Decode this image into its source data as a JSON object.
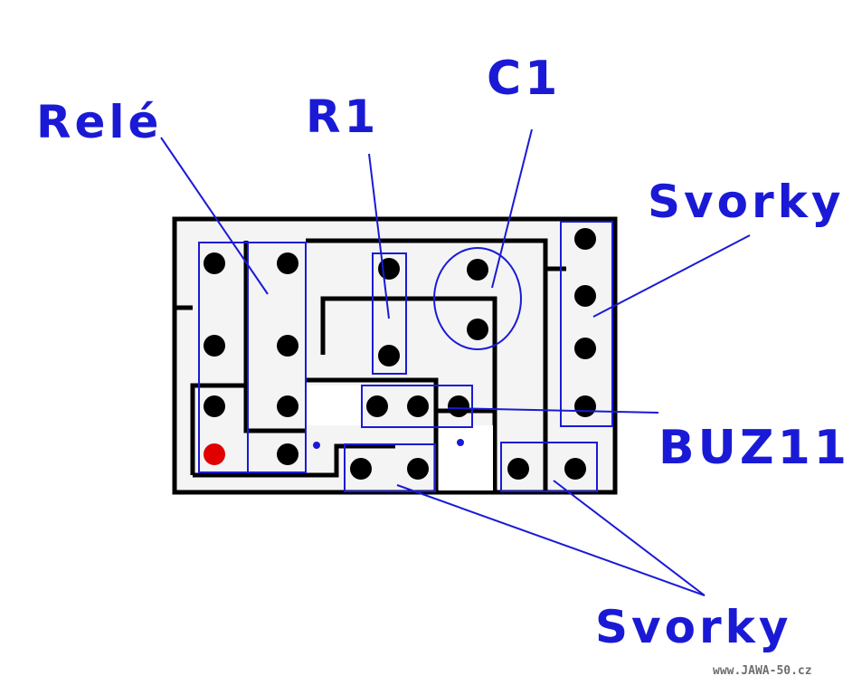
{
  "labels": {
    "rele": "Relé",
    "r1": "R1",
    "c1": "C1",
    "svorky_top": "Svorky",
    "buz11": "BUZ11",
    "svorky_bottom": "Svorky"
  },
  "credit": "www.JAWA-50.cz",
  "colors": {
    "label": "#1a1ad6",
    "board_border": "#000000",
    "trace": "#000000",
    "pad": "#000000",
    "marked_pad": "#e00000",
    "board_fill": "#f4f4f4"
  }
}
